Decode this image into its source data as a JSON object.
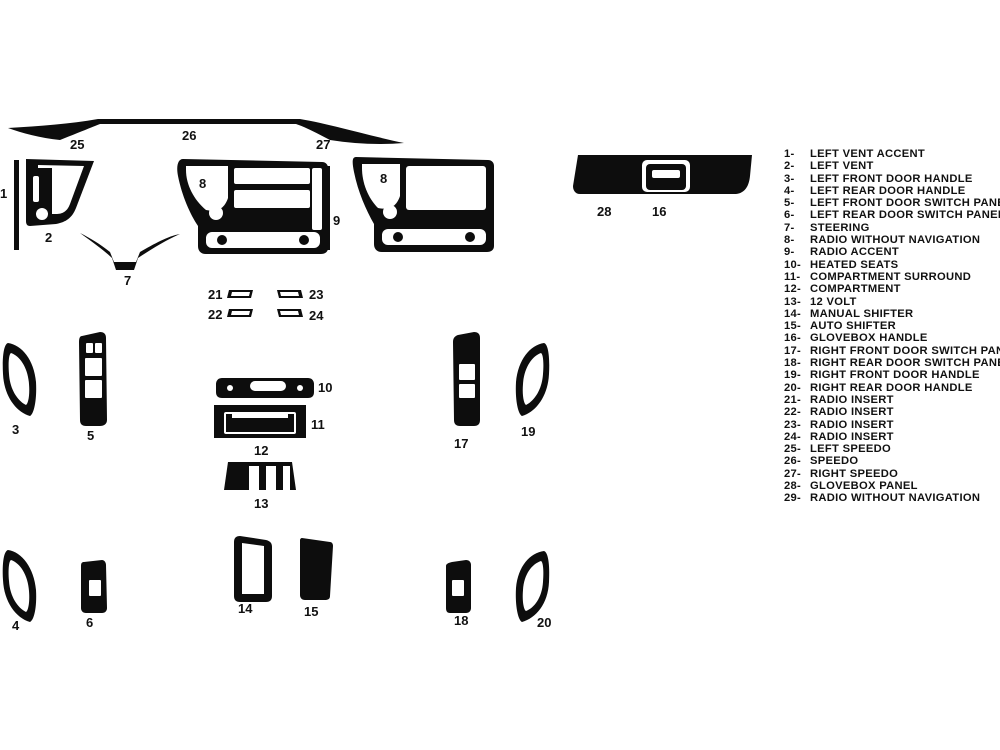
{
  "legend": [
    {
      "num": "1-",
      "label": "LEFT VENT ACCENT"
    },
    {
      "num": "2-",
      "label": "LEFT VENT"
    },
    {
      "num": "3-",
      "label": "LEFT FRONT DOOR HANDLE"
    },
    {
      "num": "4-",
      "label": "LEFT REAR DOOR HANDLE"
    },
    {
      "num": "5-",
      "label": "LEFT FRONT DOOR SWITCH PANEL"
    },
    {
      "num": "6-",
      "label": "LEFT REAR DOOR SWITCH PANEL"
    },
    {
      "num": "7-",
      "label": "STEERING"
    },
    {
      "num": "8-",
      "label": "RADIO WITHOUT NAVIGATION"
    },
    {
      "num": "9-",
      "label": "RADIO ACCENT"
    },
    {
      "num": "10-",
      "label": "HEATED SEATS"
    },
    {
      "num": "11-",
      "label": "COMPARTMENT SURROUND"
    },
    {
      "num": "12-",
      "label": "COMPARTMENT"
    },
    {
      "num": "13-",
      "label": "12 VOLT"
    },
    {
      "num": "14-",
      "label": "MANUAL SHIFTER"
    },
    {
      "num": "15-",
      "label": "AUTO SHIFTER"
    },
    {
      "num": "16-",
      "label": "GLOVEBOX HANDLE"
    },
    {
      "num": "17-",
      "label": "RIGHT FRONT DOOR SWITCH PANEL"
    },
    {
      "num": "18-",
      "label": "RIGHT REAR DOOR SWITCH PANEL"
    },
    {
      "num": "19-",
      "label": "RIGHT FRONT DOOR HANDLE"
    },
    {
      "num": "20-",
      "label": "RIGHT REAR DOOR HANDLE"
    },
    {
      "num": "21-",
      "label": "RADIO INSERT"
    },
    {
      "num": "22-",
      "label": "RADIO INSERT"
    },
    {
      "num": "23-",
      "label": "RADIO INSERT"
    },
    {
      "num": "24-",
      "label": "RADIO INSERT"
    },
    {
      "num": "25-",
      "label": "LEFT SPEEDO"
    },
    {
      "num": "26-",
      "label": "SPEEDO"
    },
    {
      "num": "27-",
      "label": "RIGHT SPEEDO"
    },
    {
      "num": "28-",
      "label": "GLOVEBOX PANEL"
    },
    {
      "num": "29-",
      "label": "RADIO WITHOUT NAVIGATION"
    }
  ],
  "callouts": {
    "n1": "1",
    "n2": "2",
    "n3": "3",
    "n4": "4",
    "n5": "5",
    "n6": "6",
    "n7": "7",
    "n8a": "8",
    "n8b": "8",
    "n9": "9",
    "n10": "10",
    "n11": "11",
    "n12": "12",
    "n13": "13",
    "n14": "14",
    "n15": "15",
    "n16": "16",
    "n17": "17",
    "n18": "18",
    "n19": "19",
    "n20": "20",
    "n21": "21",
    "n22": "22",
    "n23": "23",
    "n24": "24",
    "n25": "25",
    "n26": "26",
    "n27": "27",
    "n28": "28"
  },
  "colors": {
    "part_fill": "#0d0d0d",
    "background": "#ffffff"
  }
}
